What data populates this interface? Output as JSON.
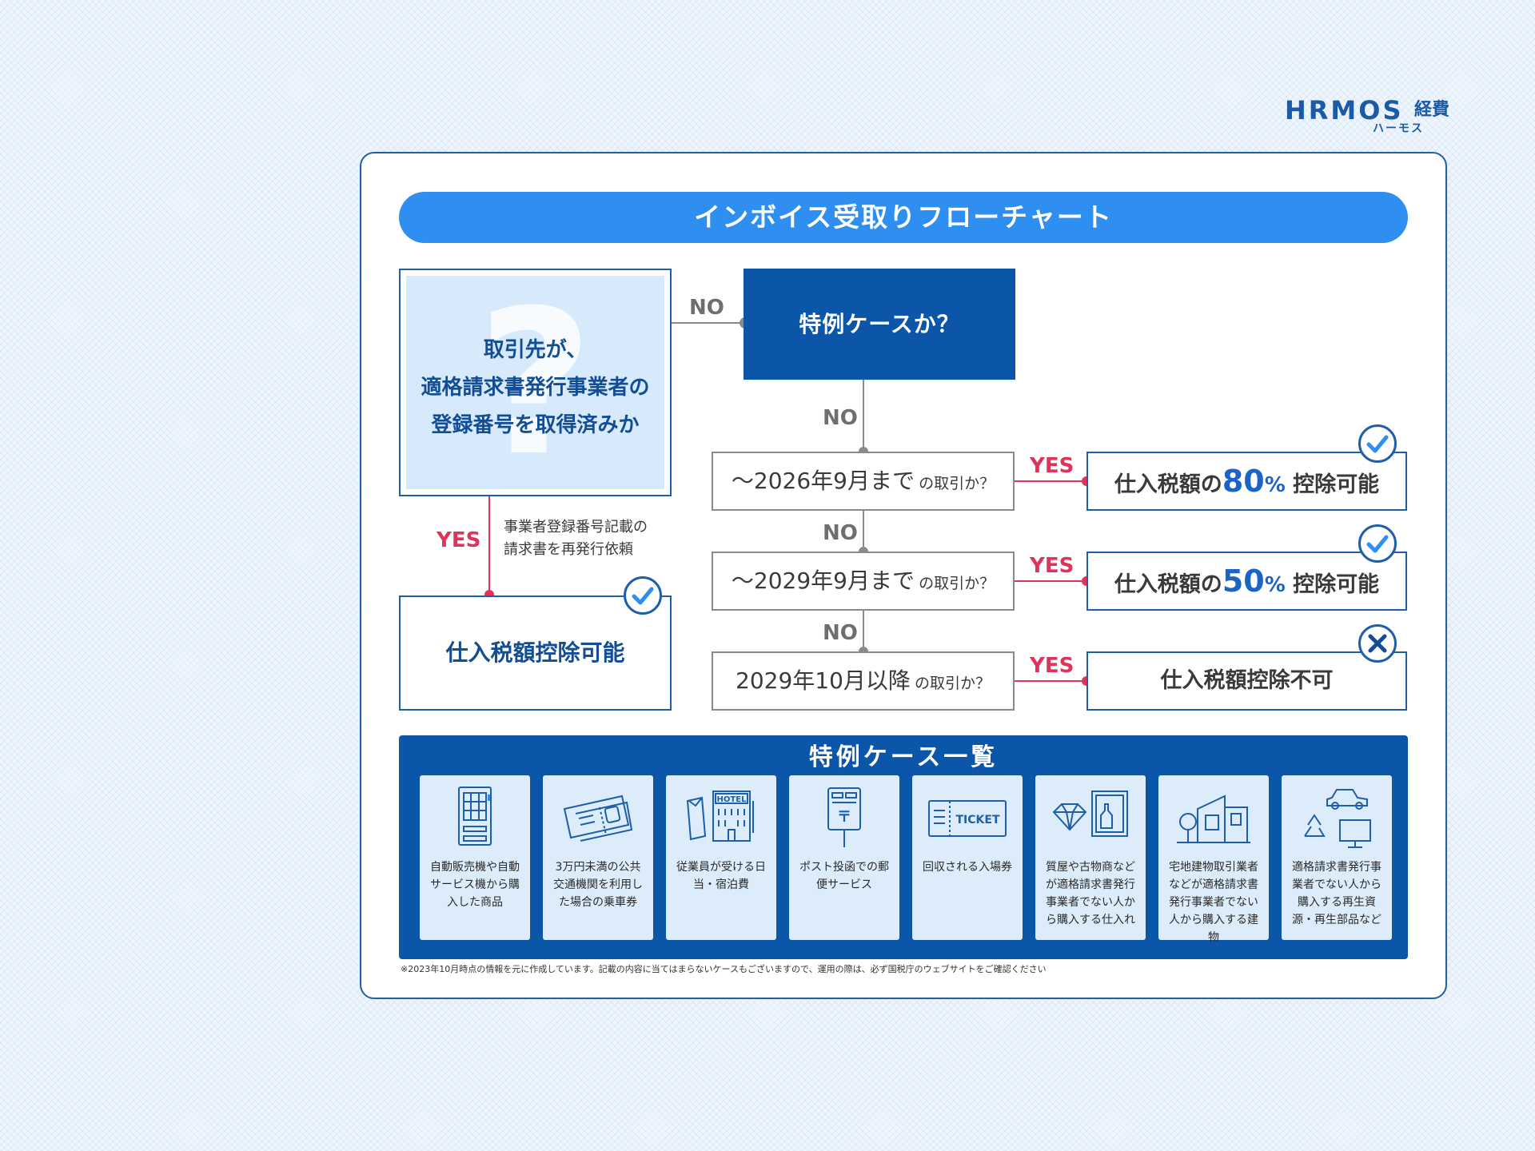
{
  "logo": {
    "main": "HRMOS",
    "sub": "経費",
    "kana": "ハーモス"
  },
  "title": "インボイス受取りフローチャート",
  "question": {
    "line1": "取引先が、",
    "line2": "適格請求書発行事業者の",
    "line3": "登録番号を取得済みか",
    "mark": "?"
  },
  "special_question": "特例ケースか？",
  "labels": {
    "no": "NO",
    "yes": "YES"
  },
  "reissue_note": {
    "line1": "事業者登録番号記載の",
    "line2": "請求書を再発行依頼"
  },
  "left_result": "仕入税額控除可能",
  "conditions": [
    {
      "main": "～2026年9月まで",
      "suffix": "の取引か？"
    },
    {
      "main": "～2029年9月まで",
      "suffix": "の取引か？"
    },
    {
      "main": "2029年10月以降",
      "suffix": "の取引か？"
    }
  ],
  "results": [
    {
      "prefix": "仕入税額の",
      "value": "80",
      "unit": "%",
      "suffix": "控除可能",
      "status": "check"
    },
    {
      "prefix": "仕入税額の",
      "value": "50",
      "unit": "%",
      "suffix": "控除可能",
      "status": "check"
    },
    {
      "text": "仕入税額控除不可",
      "status": "cross"
    }
  ],
  "special_cases": {
    "title": "特例ケース一覧",
    "items": [
      {
        "icon": "vending-machine-icon",
        "text": "自動販売機や自動サービス機から購入した商品"
      },
      {
        "icon": "train-ticket-icon",
        "text": "3万円未満の公共交通機関を利用した場合の乗車券"
      },
      {
        "icon": "hotel-icon",
        "label": "HOTEL",
        "text": "従業員が受ける日当・宿泊費"
      },
      {
        "icon": "postbox-icon",
        "label": "〒",
        "text": "ポスト投函での郵便サービス"
      },
      {
        "icon": "ticket-icon",
        "label": "TICKET",
        "text": "回収される入場券"
      },
      {
        "icon": "diamond-antique-icon",
        "text": "質屋や古物商などが適格請求書発行事業者でない人から購入する仕入れ"
      },
      {
        "icon": "house-icon",
        "text": "宅地建物取引業者などが適格請求書発行事業者でない人から購入する建物"
      },
      {
        "icon": "recycle-icon",
        "text": "適格請求書発行事業者でない人から購入する再生資源・再生部品など"
      }
    ]
  },
  "footnote": "※2023年10月時点の情報を元に作成しています。記載の内容に当てはまらないケースもございますので、運用の際は、必ず国税庁のウェブサイトをご確認ください",
  "colors": {
    "primary": "#0b56a8",
    "accent": "#2f8ff0",
    "yes": "#e0325a",
    "no": "#6e6e6e"
  }
}
